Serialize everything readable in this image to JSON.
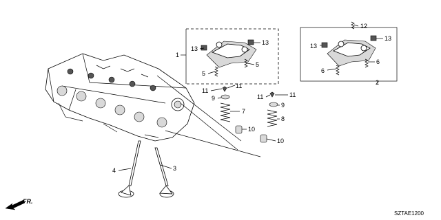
{
  "diagram_code": "SZTAE1200",
  "direction_label": "FR.",
  "callouts": {
    "c1": "1",
    "c2": "2",
    "c3": "3",
    "c4": "4",
    "c5a": "5",
    "c5b": "5",
    "c6a": "6",
    "c6b": "6",
    "c7": "7",
    "c8": "8",
    "c9a": "9",
    "c9b": "9",
    "c10a": "10",
    "c10b": "10",
    "c11a": "11",
    "c11b": "11",
    "c11c": "11",
    "c11d": "11",
    "c12": "12",
    "c13a": "13",
    "c13b": "13",
    "c13c": "13",
    "c13d": "13"
  }
}
